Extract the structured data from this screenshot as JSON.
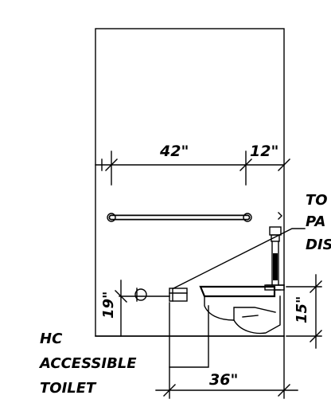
{
  "dimensions": {
    "grab_bar_length": "42\"",
    "grab_bar_offset": "12\"",
    "toilet_paper_height": "19\"",
    "seat_height": "15\"",
    "centerline_clearance": "36\""
  },
  "callouts": {
    "dispenser_line_1": "TO",
    "dispenser_line_2": "PA",
    "dispenser_line_3": "DIS",
    "toilet_line_1": "HC",
    "toilet_line_2": "ACCESSIBLE",
    "toilet_line_3": "TOILET"
  },
  "colors": {
    "linework": "#000000",
    "background": "#ffffff"
  }
}
